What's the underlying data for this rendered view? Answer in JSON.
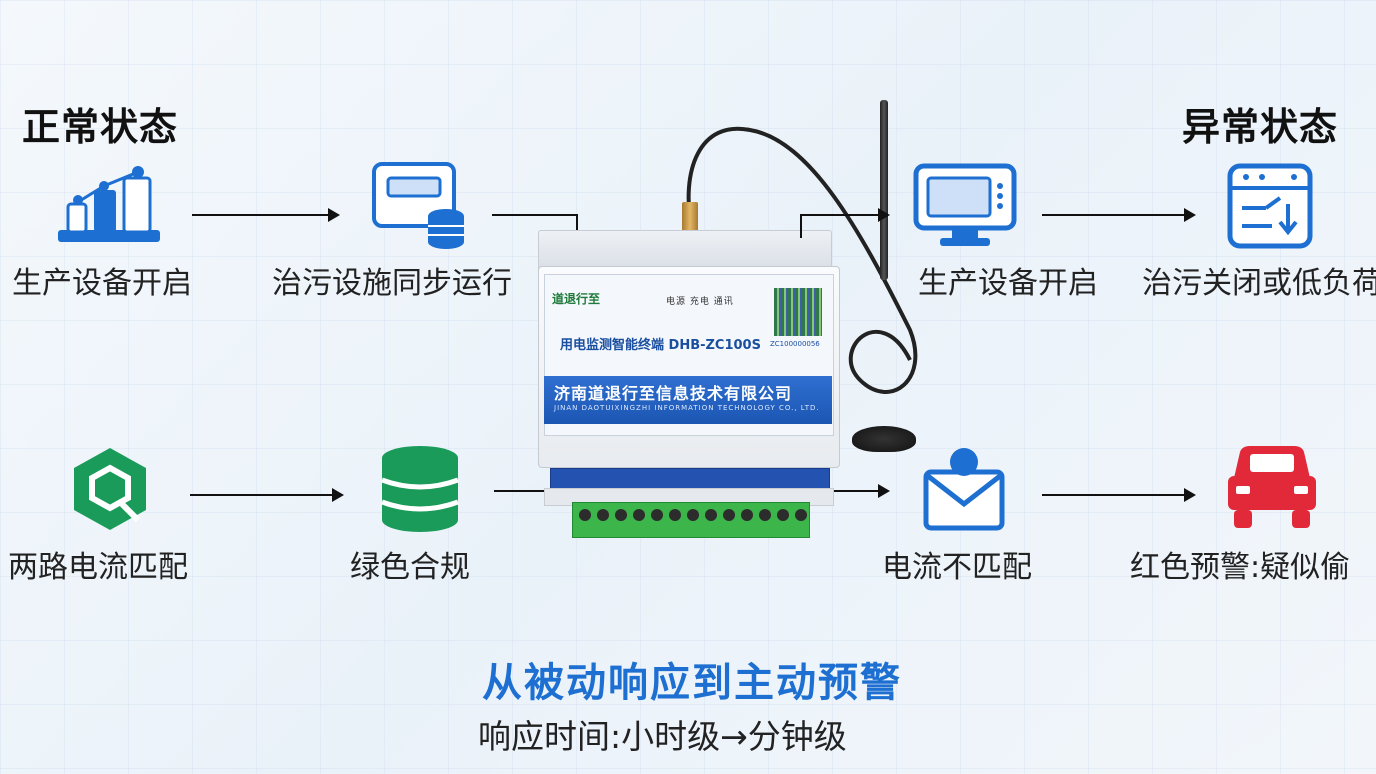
{
  "headings": {
    "normal": "正常状态",
    "abnormal": "异常状态"
  },
  "nodes": {
    "production_on_left": "生产设备开启",
    "treatment_sync": "治污设施同步运行",
    "two_current_match": "两路电流匹配",
    "green_compliance": "绿色合规",
    "production_on_right": "生产设备开启",
    "treatment_off": "治污关闭或低负荷",
    "current_mismatch": "电流不匹配",
    "red_alert": "红色预警:疑似偷"
  },
  "device": {
    "brand": "道退行至",
    "leds": "电源 充电 通讯",
    "model": "用电监测智能终端 DHB-ZC100S",
    "company": "济南道退行至信息技术有限公司",
    "company_en": "JINAN DAOTUIXINGZHI INFORMATION TECHNOLOGY CO., LTD.",
    "qr_id": "ZC100000056"
  },
  "bottom": {
    "title": "从被动响应到主动预警",
    "subtitle": "响应时间:小时级→分钟级"
  },
  "colors": {
    "accent_blue": "#1d6fd1",
    "green": "#1a9b5a",
    "red": "#e2293a"
  },
  "icons": [
    "factory-icon",
    "monitor-db-icon",
    "hexagon-check-icon",
    "database-icon",
    "computer-monitor-icon",
    "switch-off-icon",
    "mail-alert-icon",
    "red-car-icon"
  ]
}
